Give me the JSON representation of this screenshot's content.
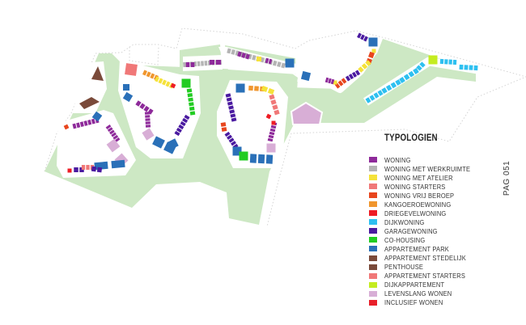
{
  "legend": {
    "title": "TYPOLOGIEN",
    "items": [
      {
        "key": "woning",
        "label": "WONING",
        "color": "#8e2a9a"
      },
      {
        "key": "werkruimte",
        "label": "WONING MET WERKRUIMTE",
        "color": "#b4b4b4"
      },
      {
        "key": "atelier",
        "label": "WONING MET ATELIER",
        "color": "#f5e23a"
      },
      {
        "key": "starters",
        "label": "WONING STARTERS",
        "color": "#f07878"
      },
      {
        "key": "vrijberoep",
        "label": "WONING VRIJ BEROEP",
        "color": "#e8461e"
      },
      {
        "key": "kangoeroe",
        "label": "KANGOEROEWONING",
        "color": "#f0962e"
      },
      {
        "key": "driegevel",
        "label": "DRIEGEVELWONING",
        "color": "#ee1c25"
      },
      {
        "key": "dijkwoning",
        "label": "DIJKWONING",
        "color": "#2ec0f0"
      },
      {
        "key": "garage",
        "label": "GARAGEWONING",
        "color": "#4a1aa0"
      },
      {
        "key": "cohousing",
        "label": "CO-HOUSING",
        "color": "#22cc22"
      },
      {
        "key": "apppark",
        "label": "APPARTEMENT PARK",
        "color": "#2a70b8"
      },
      {
        "key": "appstedelijk",
        "label": "APPARTEMENT STEDELIJK",
        "color": "#7a4a3a"
      },
      {
        "key": "penthouse",
        "label": "PENTHOUSE",
        "color": "#7a4a3a"
      },
      {
        "key": "appstarters",
        "label": "APPARTEMENT STARTERS",
        "color": "#f07878"
      },
      {
        "key": "dijkapp",
        "label": "DIJKAPPARTEMENT",
        "color": "#c4ec20"
      },
      {
        "key": "levenslang",
        "label": "LEVENSLANG WONEN",
        "color": "#d8aed6"
      },
      {
        "key": "inclusief",
        "label": "INCLUSIEF WONEN",
        "color": "#e8202a"
      }
    ]
  },
  "page_label": "PAG 051",
  "colors": {
    "park": "#cde8c4",
    "courtyard": "#ffffff",
    "boundary": "#cfcfcf",
    "cohousing_dark": "#1f9a3a"
  }
}
